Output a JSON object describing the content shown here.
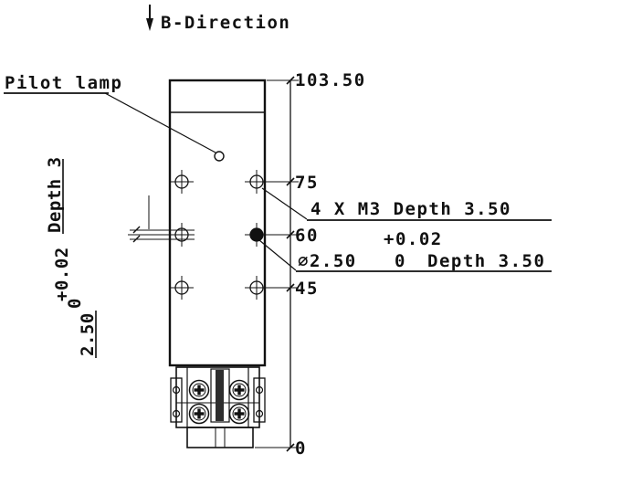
{
  "annotations": {
    "b_direction": "B-Direction",
    "pilot_lamp": "Pilot lamp",
    "m3_note": "4 X M3 Depth 3.50",
    "hole_note": {
      "tol_plus": "+0.02",
      "diameter": "∅2.50",
      "tol_zero": "0",
      "depth": "Depth 3.50"
    },
    "left_note": {
      "depth": "Depth 3",
      "tol_plus": "+0.02",
      "tol_zero": "0",
      "dimension": "2.50"
    }
  },
  "dimensions": {
    "overall": "103.50",
    "hole_top": "75",
    "hole_mid": "60",
    "hole_bottom": "45",
    "datum": "0"
  },
  "colors": {
    "line": "#111111",
    "background": "#ffffff"
  }
}
